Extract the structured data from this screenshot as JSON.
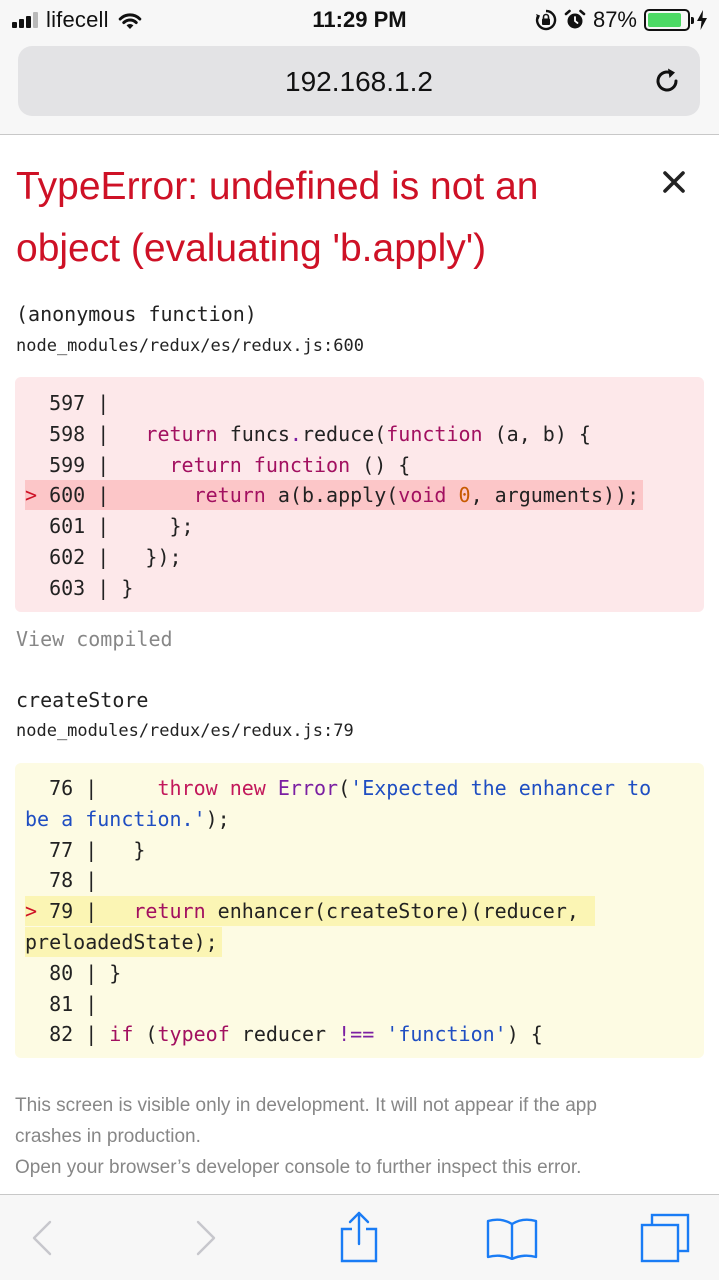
{
  "status_bar": {
    "carrier": "lifecell",
    "time": "11:29 PM",
    "battery_percent": "87%",
    "battery_level": 0.87,
    "icons": [
      "signal-icon",
      "wifi-icon",
      "orientation-lock-icon",
      "alarm-icon",
      "battery-icon",
      "charging-icon"
    ]
  },
  "browser": {
    "url": "192.168.1.2",
    "reload_icon": "reload-icon",
    "toolbar": {
      "back_icon": "chevron-left-icon",
      "forward_icon": "chevron-right-icon",
      "share_icon": "share-icon",
      "bookmarks_icon": "book-icon",
      "tabs_icon": "tabs-icon"
    }
  },
  "error": {
    "title_line1": "TypeError: undefined is not an",
    "title_line2": "object (evaluating 'b.apply')",
    "close_icon": "close-icon"
  },
  "frames": [
    {
      "function": "(anonymous function)",
      "file": "node_modules/redux/es/redux.js:600",
      "highlight_line": 600,
      "lines": [
        {
          "gutter": "  597 | ",
          "code": ""
        },
        {
          "gutter": "  598 | ",
          "code": "  return funcs.reduce(function (a, b) {"
        },
        {
          "gutter": "  599 | ",
          "code": "    return function () {"
        },
        {
          "gutter": "> 600 | ",
          "code": "      return a(b.apply(void 0, arguments));"
        },
        {
          "gutter": "  601 | ",
          "code": "    };"
        },
        {
          "gutter": "  602 | ",
          "code": "  });"
        },
        {
          "gutter": "  603 | ",
          "code": "}"
        }
      ],
      "view_compiled": "View compiled"
    },
    {
      "function": "createStore",
      "file": "node_modules/redux/es/redux.js:79",
      "highlight_line": 79,
      "lines": [
        {
          "gutter": "  76 | ",
          "code": "    throw new Error('Expected the enhancer to"
        },
        {
          "gutter": "",
          "code": "be a function.');"
        },
        {
          "gutter": "  77 | ",
          "code": "  }"
        },
        {
          "gutter": "  78 | ",
          "code": ""
        },
        {
          "gutter": "> 79 | ",
          "code": "  return enhancer(createStore)(reducer,"
        },
        {
          "gutter": "",
          "code": "preloadedState);"
        },
        {
          "gutter": "  80 | ",
          "code": "}"
        },
        {
          "gutter": "  81 | ",
          "code": ""
        },
        {
          "gutter": "  82 | ",
          "code": "if (typeof reducer !== 'function') {"
        }
      ]
    }
  ],
  "footer": {
    "line1": "This screen is visible only in development. It will not appear if the app",
    "line2": "crashes in production.",
    "line3": "Open your browser’s developer console to further inspect this error."
  },
  "colors": {
    "error_red": "#ce1126",
    "ios_blue": "#1a7cf5",
    "battery_green": "#4cd964",
    "pink_box": "#fde8ea",
    "yellow_box": "#fdfbe3"
  }
}
